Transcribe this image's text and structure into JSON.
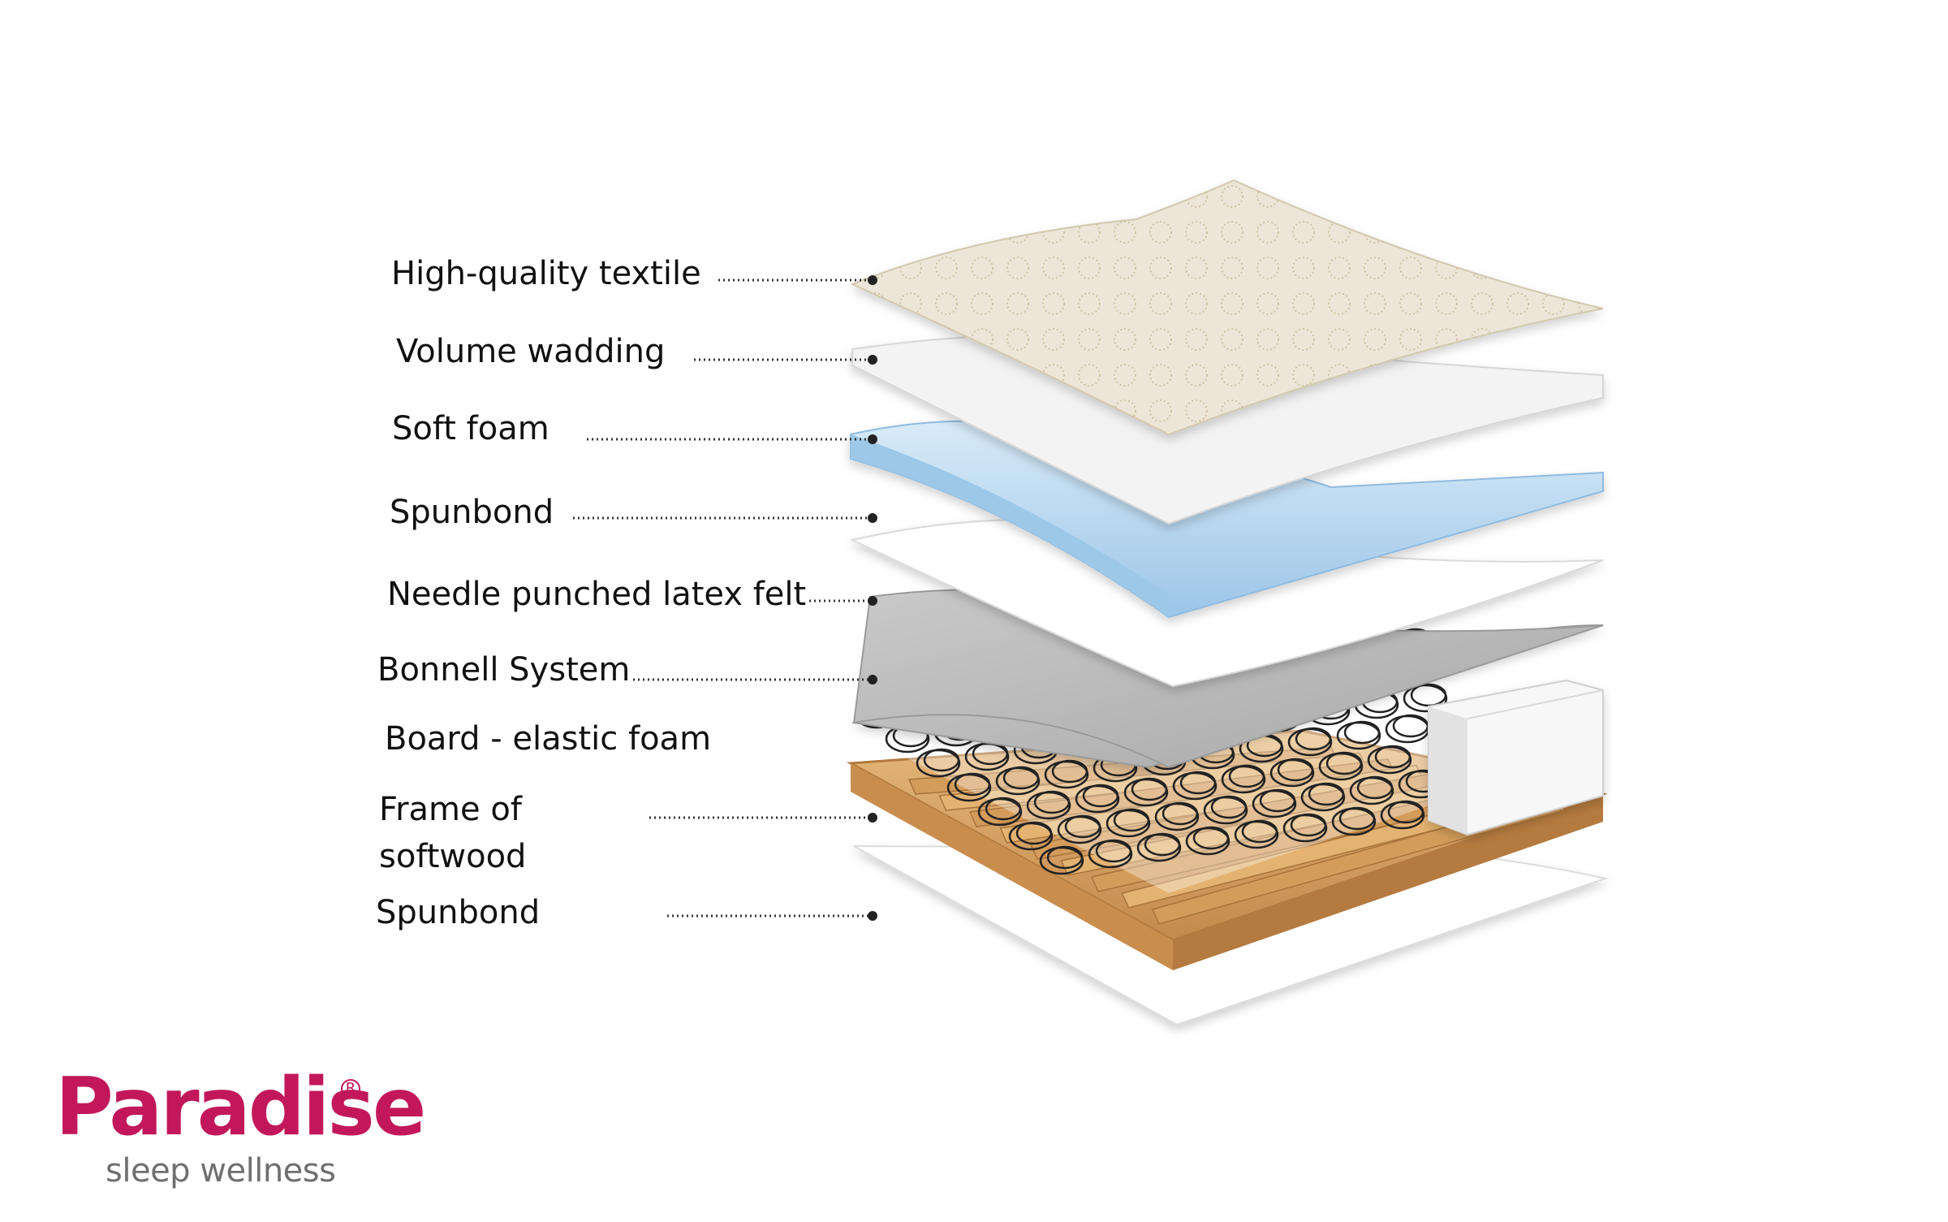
{
  "layers": [
    {
      "id": "textile",
      "label": "High-quality textile"
    },
    {
      "id": "wadding",
      "label": "Volume wadding"
    },
    {
      "id": "soft-foam",
      "label": "Soft foam"
    },
    {
      "id": "spunbond-top",
      "label": "Spunbond"
    },
    {
      "id": "latex-felt",
      "label": "Needle punched latex felt"
    },
    {
      "id": "bonnell",
      "label": "Bonnell System"
    },
    {
      "id": "board-foam",
      "label": "Board - elastic foam"
    },
    {
      "id": "frame",
      "label": "Frame of softwood"
    },
    {
      "id": "spunbond-bottom",
      "label": "Spunbond"
    }
  ],
  "brand": {
    "name": "Paradise",
    "tagline": "sleep wellness",
    "color": "#c2185b"
  },
  "colors": {
    "textile": "#ece6d8",
    "wadding": "#f4f4f4",
    "soft_foam": "#bcd9f0",
    "spunbond": "#ffffff",
    "felt": "#bdbdbd",
    "wood": "#d9a86a",
    "springs": "#222222"
  }
}
